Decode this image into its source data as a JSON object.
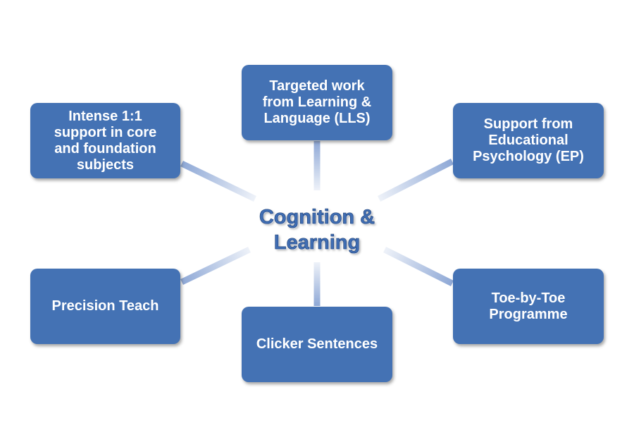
{
  "center": {
    "label": "Cognition &\nLearning"
  },
  "nodes": {
    "top": "Targeted work\nfrom Learning &\nLanguage (LLS)",
    "top_left": "Intense 1:1\nsupport in core\nand foundation\nsubjects",
    "top_right": "Support from\nEducational\nPsychology (EP)",
    "bottom_left": "Precision Teach",
    "bottom_right": "Toe-by-Toe\nProgramme",
    "bottom": "Clicker Sentences"
  },
  "colors": {
    "node_fill": "#4472b4",
    "node_text": "#ffffff",
    "center_text": "#3f6db3",
    "connector": "#8ea8d6"
  }
}
